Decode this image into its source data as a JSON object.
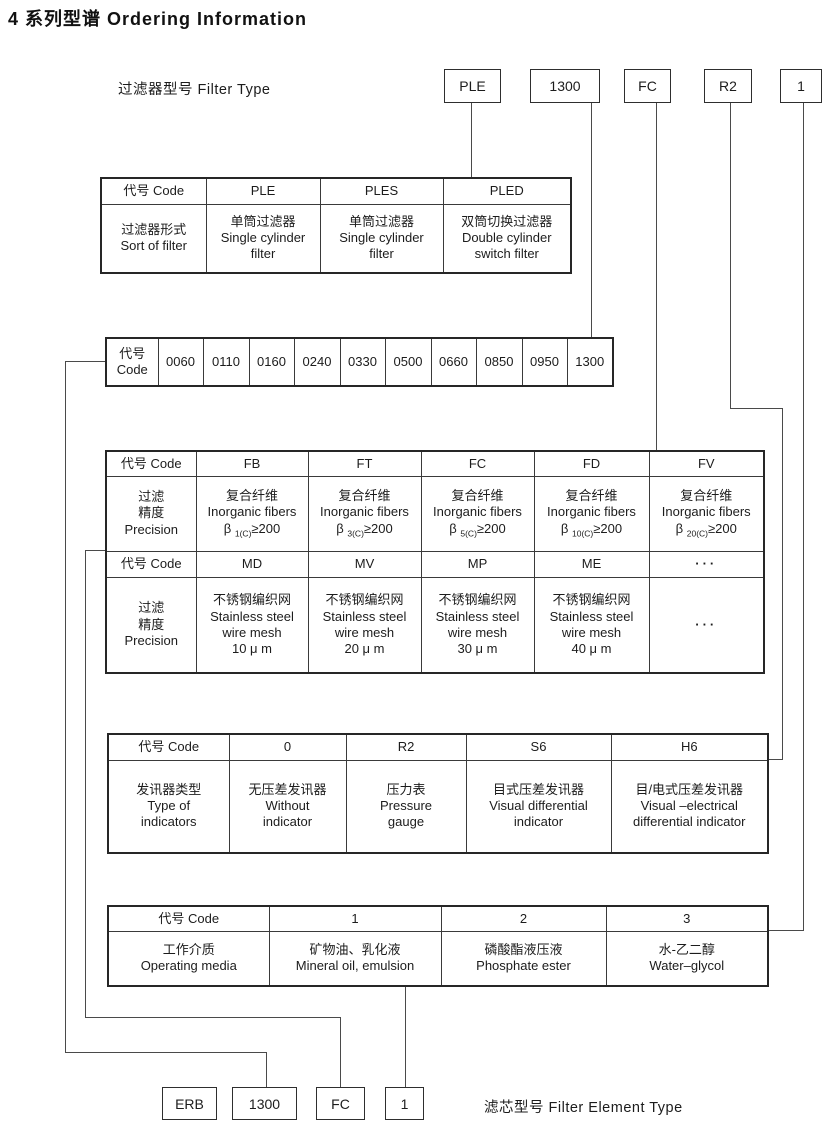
{
  "page": {
    "title": "4 系列型谱 Ordering Information",
    "filter_type_label": "过滤器型号 Filter Type",
    "element_type_label": "滤芯型号 Filter Element Type"
  },
  "model_code_boxes": [
    "PLE",
    "1300",
    "FC",
    "R2",
    "1"
  ],
  "element_code_boxes": [
    "ERB",
    "1300",
    "FC",
    "1"
  ],
  "tables": {
    "sort": {
      "header": [
        "代号 Code",
        "PLE",
        "PLES",
        "PLED"
      ],
      "row_label": "过滤器形式\nSort of filter",
      "cells": [
        "单筒过滤器\nSingle cylinder\nfilter",
        "单筒过滤器\nSingle cylinder\nfilter",
        "双筒切换过滤器\nDouble cylinder\nswitch filter"
      ]
    },
    "size": {
      "header_label": "代号\nCode",
      "codes": [
        "0060",
        "0110",
        "0160",
        "0240",
        "0330",
        "0500",
        "0660",
        "0850",
        "0950",
        "1300"
      ]
    },
    "precision_fiber": {
      "header": [
        "代号 Code",
        "FB",
        "FT",
        "FC",
        "FD",
        "FV"
      ],
      "row_label": "过滤\n精度\nPrecision",
      "cell_cn": "复合纤维",
      "cell_en": "Inorganic fibers",
      "beta_symbol": "β",
      "beta_suffix": "≥200",
      "beta_subs": [
        "1(C)",
        "3(C)",
        "5(C)",
        "10(C)",
        "20(C)"
      ]
    },
    "precision_mesh": {
      "header": [
        "代号 Code",
        "MD",
        "MV",
        "MP",
        "ME",
        "···"
      ],
      "row_label": "过滤\n精度\nPrecision",
      "cells": [
        "不锈钢编织网\nStainless steel\nwire mesh\n10 μ m",
        "不锈钢编织网\nStainless steel\nwire mesh\n20 μ m",
        "不锈钢编织网\nStainless steel\nwire mesh\n30 μ m",
        "不锈钢编织网\nStainless steel\nwire mesh\n40 μ m",
        "···"
      ]
    },
    "indicator": {
      "header": [
        "代号 Code",
        "0",
        "R2",
        "S6",
        "H6"
      ],
      "row_label": "发讯器类型\nType of\nindicators",
      "cells": [
        "无压差发讯器\nWithout\nindicator",
        "压力表\nPressure\ngauge",
        "目式压差发讯器\nVisual differential\nindicator",
        "目/电式压差发讯器\nVisual –electrical\ndifferential indicator"
      ]
    },
    "media": {
      "header": [
        "代号 Code",
        "1",
        "2",
        "3"
      ],
      "row_label": "工作介质\nOperating media",
      "cells": [
        "矿物油、乳化液\nMineral oil, emulsion",
        "磷酸酯液压液\nPhosphate ester",
        "水-乙二醇\nWater–glycol"
      ]
    }
  }
}
